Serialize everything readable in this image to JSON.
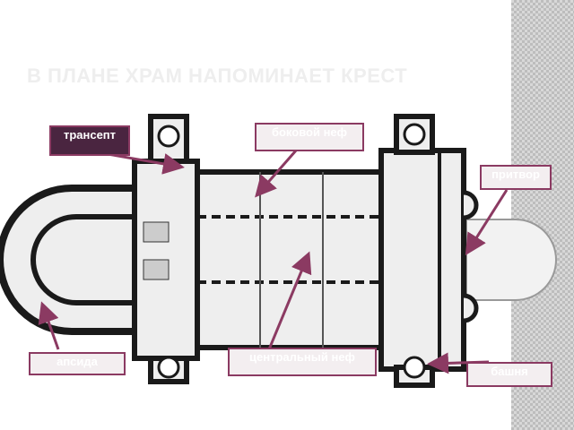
{
  "title": "В ПЛАНЕ ХРАМ НАПОМИНАЕТ КРЕСТ",
  "labels": {
    "transept": "трансепт",
    "side_nave": "боковой неф",
    "narthex": "притвор",
    "apse": "апсида",
    "central_nave": "центральный неф",
    "tower": "башня"
  },
  "colors": {
    "accent": "#8b3a62",
    "label_dark": "#4a2540",
    "plan_stroke": "#1a1a1a",
    "plan_fill": "#eeeeee"
  }
}
